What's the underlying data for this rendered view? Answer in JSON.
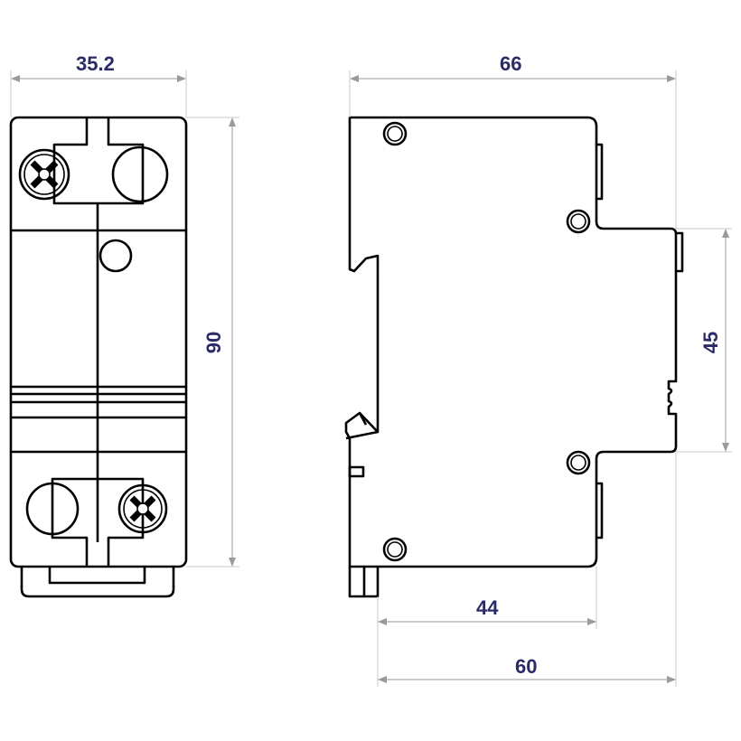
{
  "dimensions": {
    "front_width": "35.2",
    "front_height": "90",
    "side_depth_total": "66",
    "rail_height": "45",
    "body_depth": "44",
    "depth_to_rail": "60"
  },
  "colors": {
    "dimension_text": "#2b2b66",
    "outline": "#000000",
    "extension_line": "#c8c8c8"
  }
}
